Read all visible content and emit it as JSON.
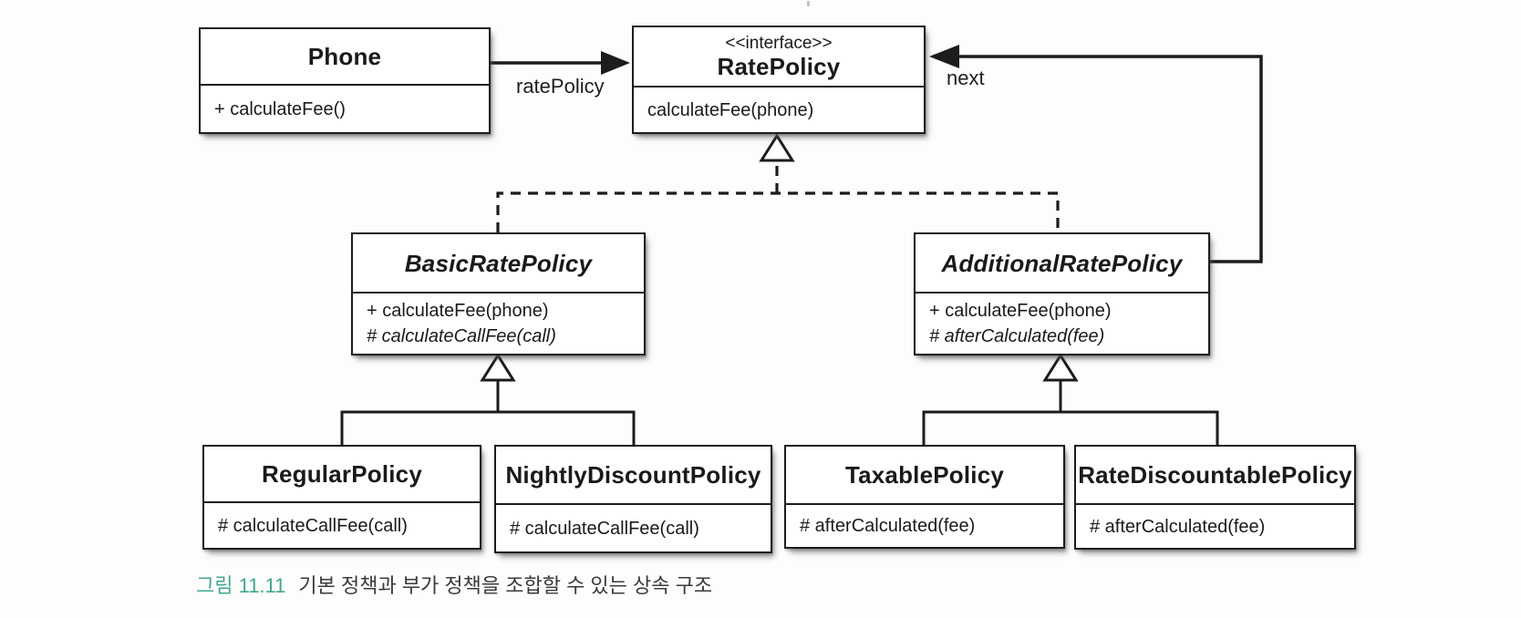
{
  "diagram": {
    "classes": {
      "phone": {
        "name": "Phone",
        "members": [
          "+ calculateFee()"
        ]
      },
      "rate_policy": {
        "stereotype": "<<interface>>",
        "name": "RatePolicy",
        "members": [
          "calculateFee(phone)"
        ]
      },
      "basic_rate_policy": {
        "name": "BasicRatePolicy",
        "members": [
          "+ calculateFee(phone)",
          "# calculateCallFee(call)"
        ]
      },
      "additional_rate_policy": {
        "name": "AdditionalRatePolicy",
        "members": [
          "+ calculateFee(phone)",
          "# afterCalculated(fee)"
        ]
      },
      "regular_policy": {
        "name": "RegularPolicy",
        "members": [
          "# calculateCallFee(call)"
        ]
      },
      "nightly_discount_policy": {
        "name": "NightlyDiscountPolicy",
        "members": [
          "# calculateCallFee(call)"
        ]
      },
      "taxable_policy": {
        "name": "TaxablePolicy",
        "members": [
          "# afterCalculated(fee)"
        ]
      },
      "rate_discountable_policy": {
        "name": "RateDiscountablePolicy",
        "members": [
          "# afterCalculated(fee)"
        ]
      }
    },
    "edge_labels": {
      "rate_policy_assoc": "ratePolicy",
      "next_assoc": "next"
    }
  },
  "caption": {
    "figure_label": "그림 11.11",
    "text": "기본 정책과 부가 정책을 조합할 수 있는 상속 구조"
  },
  "colors": {
    "line": "#1c1c1c",
    "caption_label": "#45a693"
  }
}
